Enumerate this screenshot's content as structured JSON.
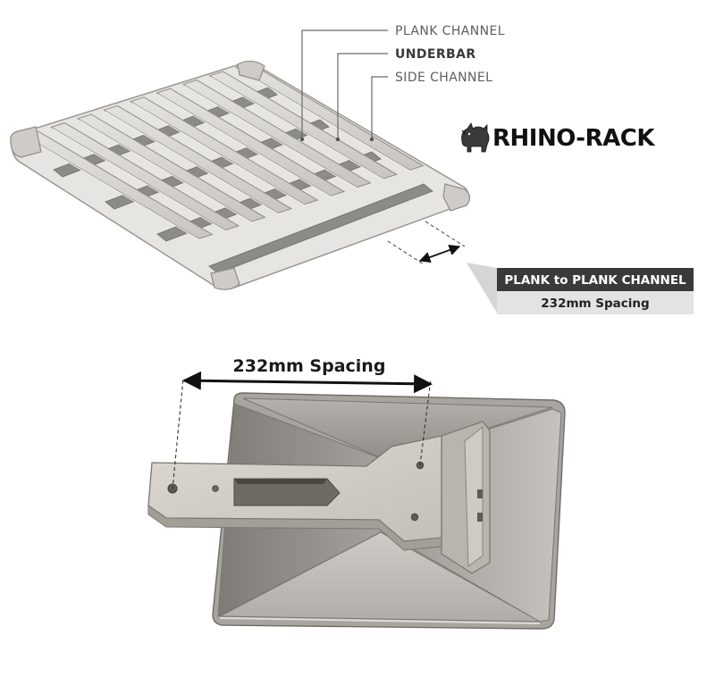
{
  "rack": {
    "callouts": {
      "plank_channel": "PLANK CHANNEL",
      "underbar": "UNDERBAR",
      "side_channel": "SIDE CHANNEL"
    },
    "brand": {
      "logo_text": "RHINO-RACK",
      "logo_icon": "rhino-icon"
    },
    "spec_box": {
      "title": "PLANK to PLANK CHANNEL",
      "value": "232mm Spacing",
      "title_bg": "#3a3a3a",
      "value_bg": "#e3e3e3"
    }
  },
  "bracket": {
    "dimension_label": "232mm Spacing"
  },
  "colors": {
    "rack_plank": "#d7d5d1",
    "rack_underbar": "#8d8b87",
    "bracket_metal": "#cdc8c0",
    "plate_light": "#c4c1bc",
    "plate_dark": "#8e8b86"
  }
}
